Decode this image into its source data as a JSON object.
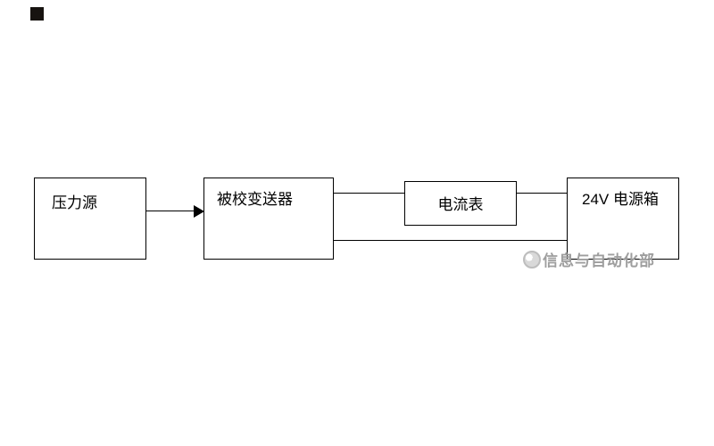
{
  "page": {
    "background": "#ffffff"
  },
  "marker": {
    "style": "background:#171310;"
  },
  "nodes": {
    "pressure_source": {
      "label": "压力源"
    },
    "transmitter": {
      "label": "被校变送器"
    },
    "ammeter": {
      "label": "电流表"
    },
    "power_box": {
      "label": "24V 电源箱"
    }
  },
  "connections": [
    {
      "from": "pressure_source",
      "to": "transmitter",
      "type": "arrow"
    },
    {
      "from": "transmitter",
      "to": "ammeter",
      "type": "line"
    },
    {
      "from": "ammeter",
      "to": "power_box",
      "type": "line"
    },
    {
      "from": "transmitter",
      "to": "power_box",
      "type": "line"
    }
  ],
  "watermark": {
    "text": "信息与自动化部"
  },
  "colors": {
    "line": "#000000",
    "watermark": "#9e9e9e"
  }
}
